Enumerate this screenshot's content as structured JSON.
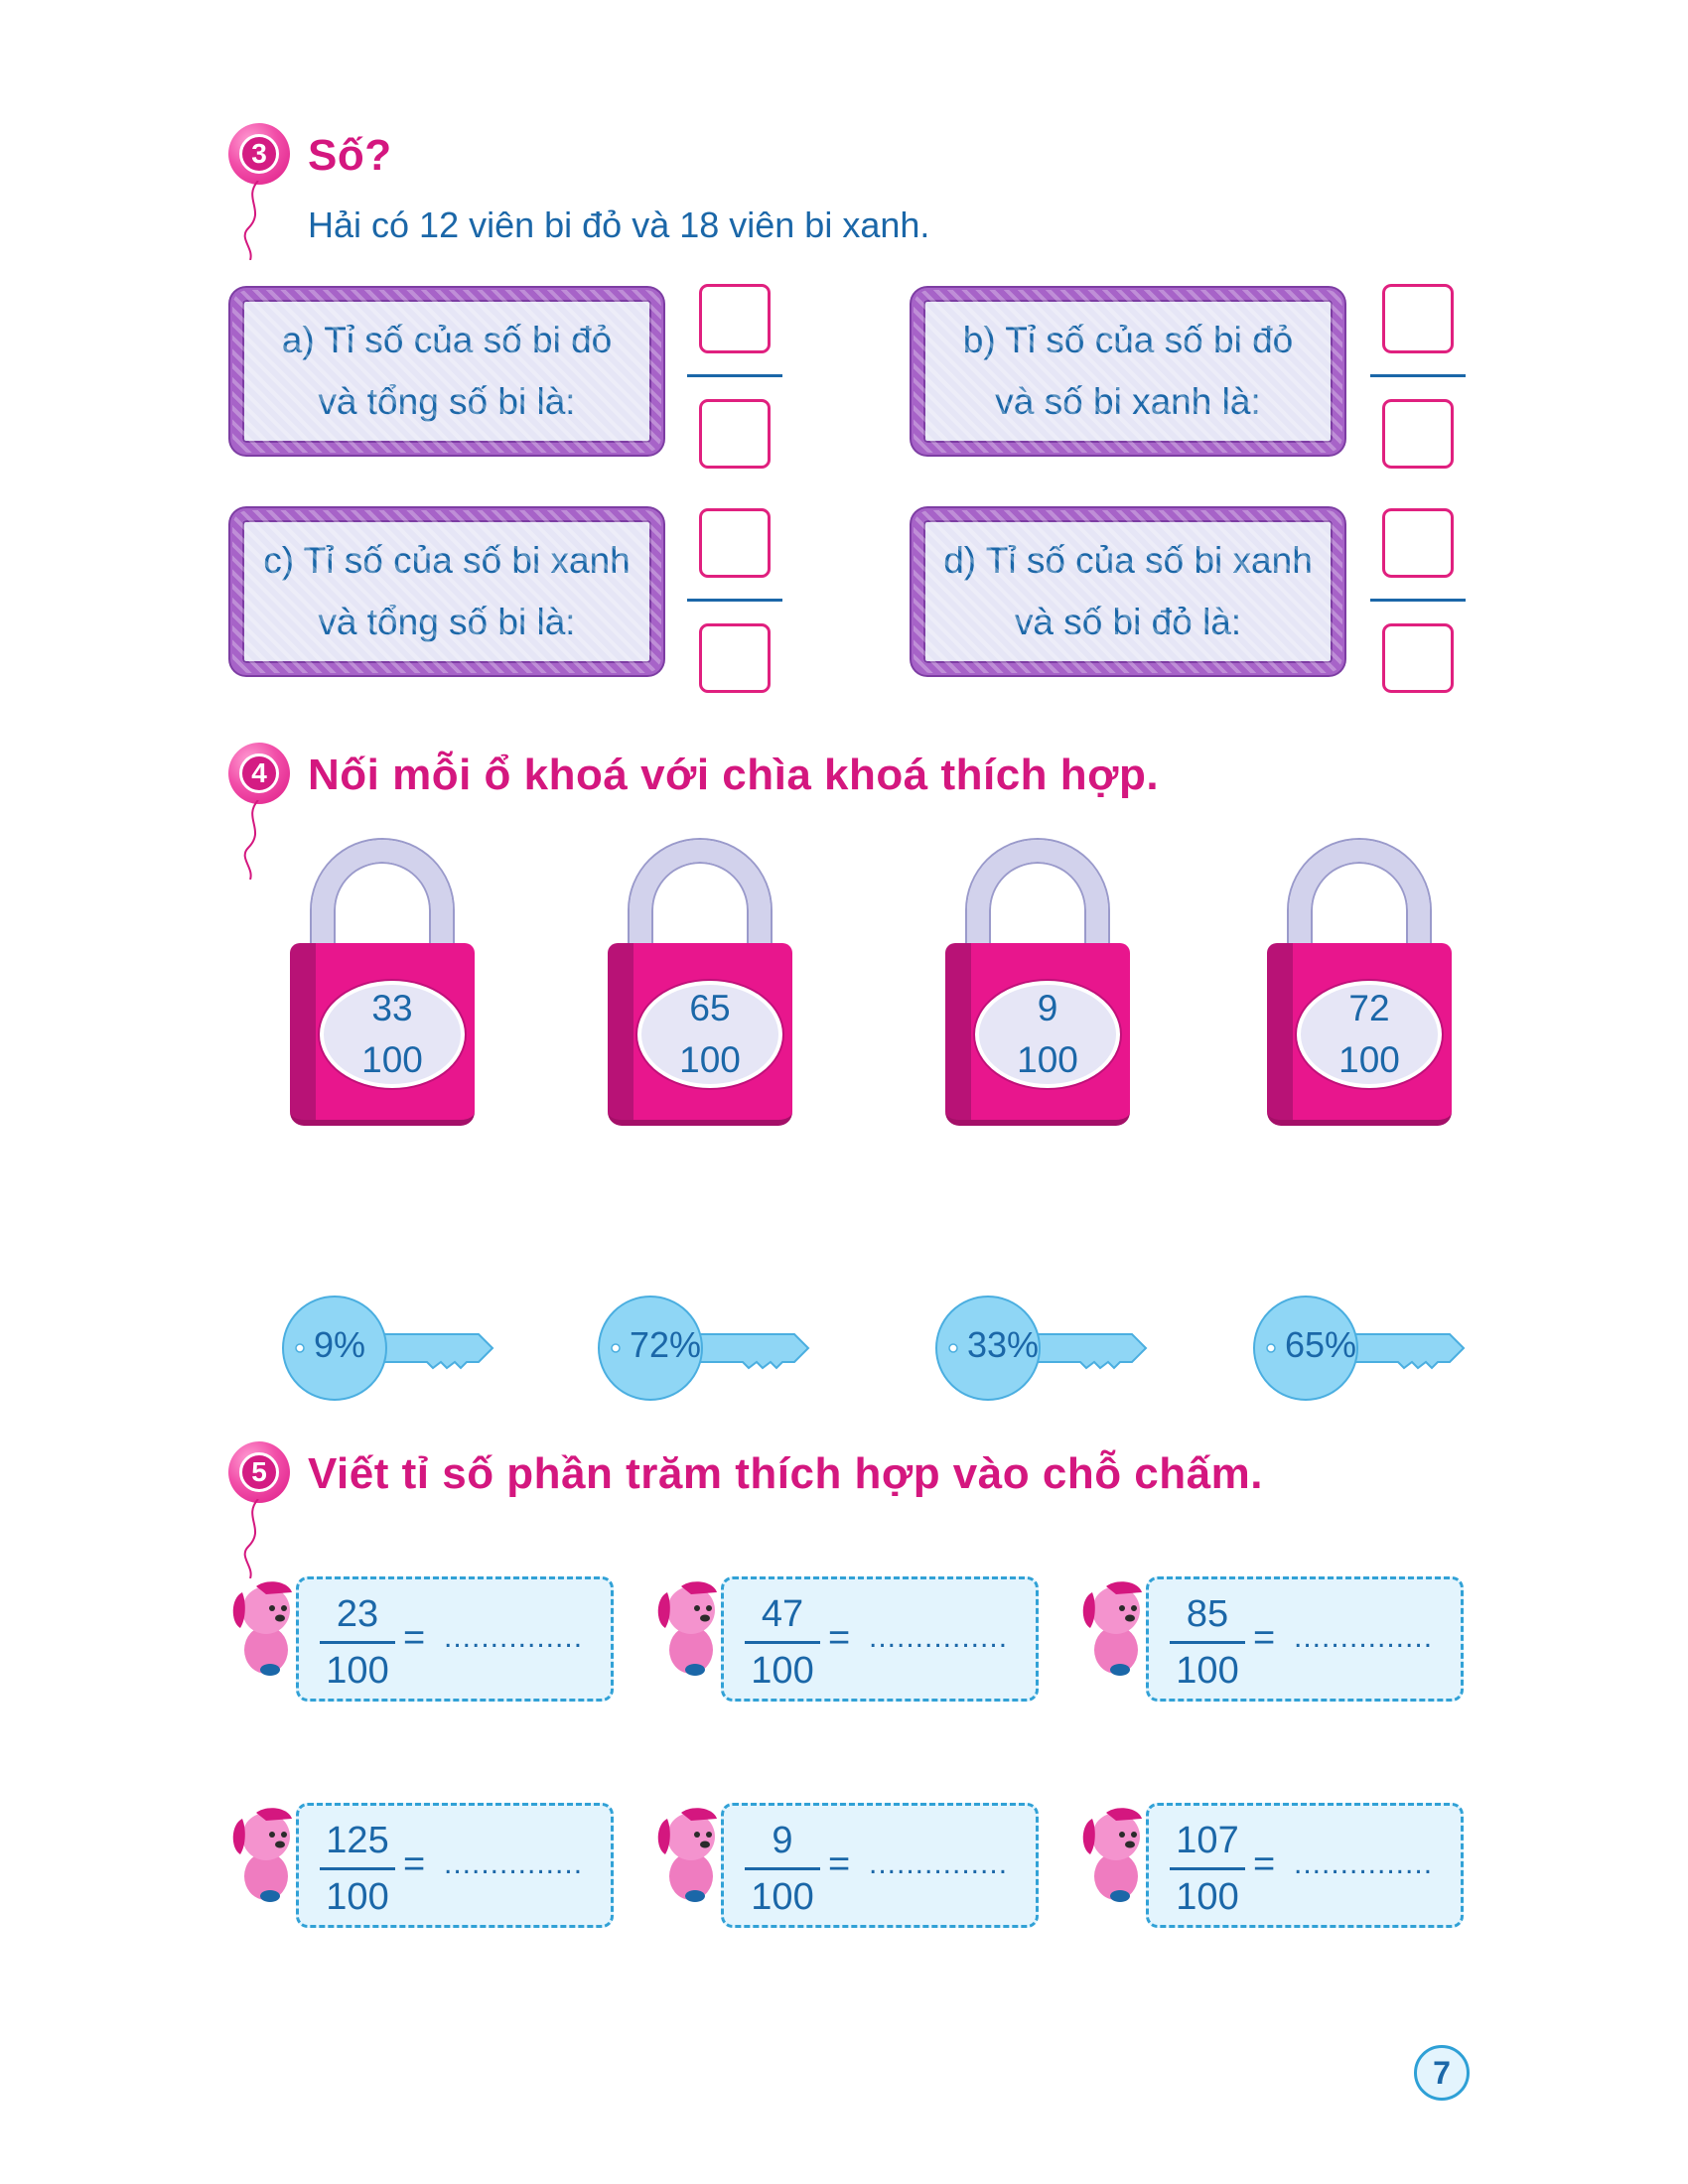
{
  "exercise3": {
    "number": "3",
    "title": "Số?",
    "intro": "Hải có 12 viên bi đỏ và 18 viên bi xanh.",
    "items": [
      {
        "line1": "a) Tỉ số của số bi đỏ",
        "line2": "và tổng số bi là:"
      },
      {
        "line1": "b) Tỉ số của số bi đỏ",
        "line2": "và số bi xanh là:"
      },
      {
        "line1": "c) Tỉ số của số bi xanh",
        "line2": "và tổng số bi là:"
      },
      {
        "line1": "d) Tỉ số của số bi xanh",
        "line2": "và số bi đỏ là:"
      }
    ]
  },
  "exercise4": {
    "number": "4",
    "title": "Nối mỗi ổ khoá với chìa khoá thích hợp.",
    "locks": [
      {
        "num": "33",
        "den": "100"
      },
      {
        "num": "65",
        "den": "100"
      },
      {
        "num": "9",
        "den": "100"
      },
      {
        "num": "72",
        "den": "100"
      }
    ],
    "keys": [
      "9%",
      "72%",
      "33%",
      "65%"
    ]
  },
  "exercise5": {
    "number": "5",
    "title": "Viết tỉ số phần trăm thích hợp vào chỗ chấm.",
    "items": [
      {
        "num": "23",
        "den": "100"
      },
      {
        "num": "47",
        "den": "100"
      },
      {
        "num": "85",
        "den": "100"
      },
      {
        "num": "125",
        "den": "100"
      },
      {
        "num": "9",
        "den": "100"
      },
      {
        "num": "107",
        "den": "100"
      }
    ],
    "equals": "=",
    "blank": "..............."
  },
  "page_number": "7",
  "colors": {
    "heading": "#d4177f",
    "text": "#1b67a8",
    "rope": "#a763c8",
    "lock": "#e8168d",
    "key": "#8fd6f5",
    "answer_border": "#31a1d6"
  },
  "icons": [
    "balloon-icon",
    "padlock-icon",
    "key-icon",
    "dog-icon"
  ]
}
